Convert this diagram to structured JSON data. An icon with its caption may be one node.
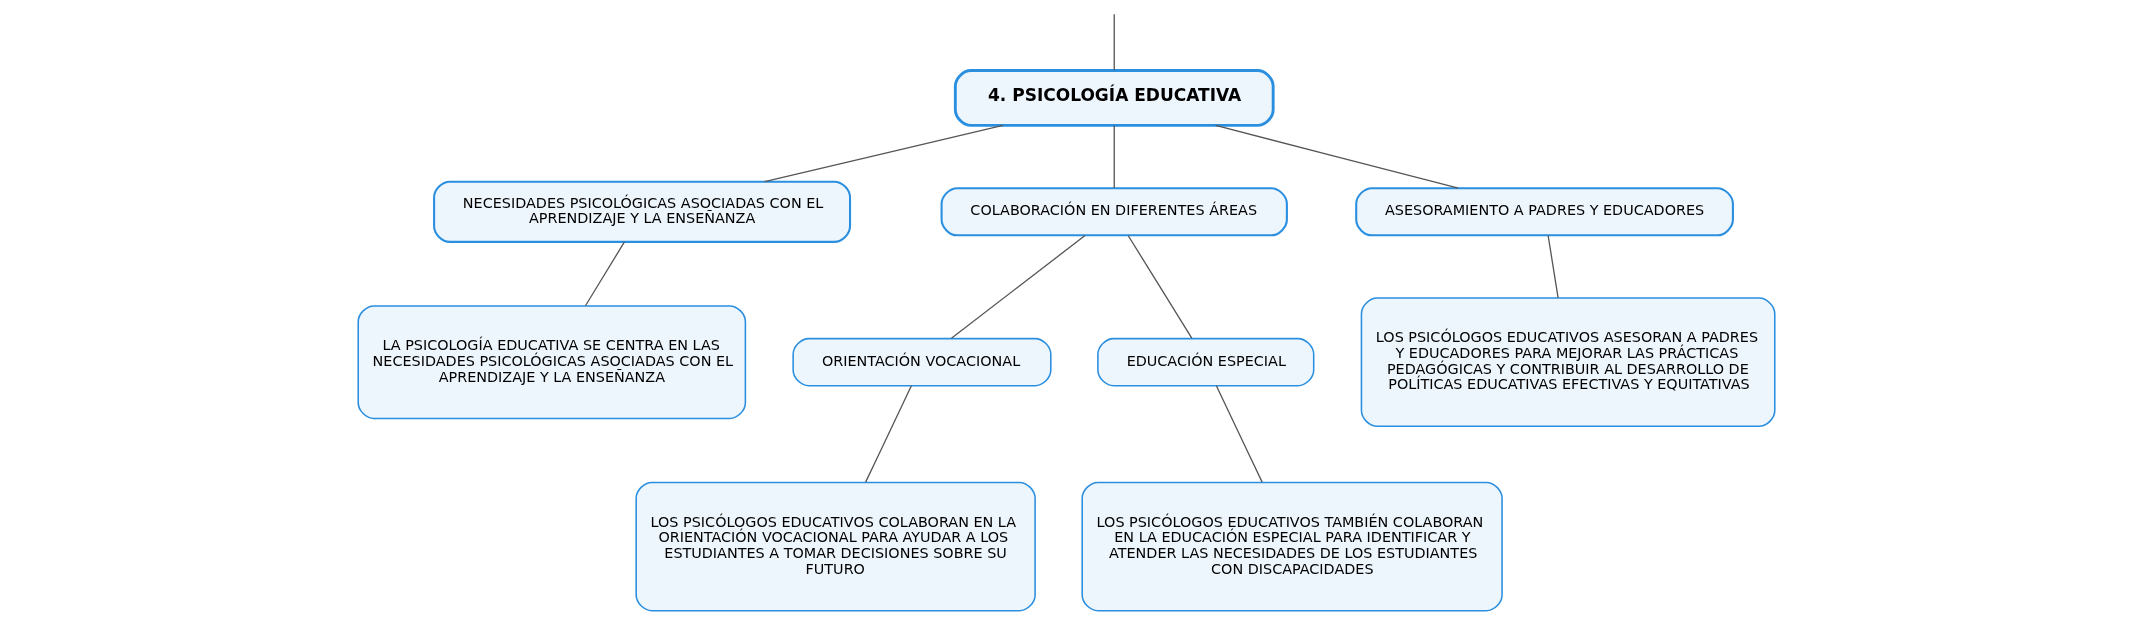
{
  "diagram": {
    "nodes": [
      {
        "text": [
          "4. PSICOLOGÍA EDUCATIVA"
        ]
      },
      {
        "text": [
          "NECESIDADES PSICOLÓGICAS ASOCIADAS CON EL APRENDIZAJE Y LA ENSEÑANZA"
        ]
      },
      {
        "text": [
          "COLABORACIÓN EN DIFERENTES ÁREAS"
        ]
      },
      {
        "text": [
          "ASESORAMIENTO A PADRES Y EDUCADORES"
        ]
      },
      {
        "text": [
          "LA PSICOLOGÍA EDUCATIVA SE CENTRA EN LAS NECESIDADES PSICOLÓGICAS ASOCIADAS CON EL APRENDIZAJE Y LA ENSEÑANZA"
        ]
      },
      {
        "text": [
          "ORIENTACIÓN VOCACIONAL"
        ]
      },
      {
        "text": [
          "EDUCACIÓN ESPECIAL"
        ]
      },
      {
        "text": [
          "LOS PSICÓLOGOS EDUCATIVOS COLABORAN EN LA ORIENTACIÓN VOCACIONAL PARA AYUDAR A LOS ESTUDIANTES A TOMAR DECISIONES SOBRE SU FUTURO"
        ]
      },
      {
        "text": [
          "LOS PSICÓLOGOS EDUCATIVOS TAMBIÉN COLABORAN EN LA EDUCACIÓN ESPECIAL PARA IDENTIFICAR Y ATENDER LAS NECESIDADES DE LOS ESTUDIANTES CON DISCAPACIDADES"
        ]
      },
      {
        "text": [
          "LOS PSICÓLOGOS EDUCATIVOS ASESORAN A PADRES Y EDUCADORES PARA MEJORAR LAS PRÁCTICAS PEDAGÓGICAS Y CONTRIBUIR AL DESARROLLO DE POLÍTICAS EDUCATIVAS EFECTIVAS Y EQUITATIVAS"
        ]
      }
    ],
    "edges": [
      {
        "from": null,
        "to": 0,
        "arrow": "none"
      },
      {
        "from": 0,
        "to": 1,
        "arrow": "none"
      },
      {
        "from": 0,
        "to": 2,
        "arrow": "none"
      },
      {
        "from": 0,
        "to": 3,
        "arrow": "none"
      },
      {
        "from": 1,
        "to": 4,
        "arrow": "none"
      },
      {
        "from": 2,
        "to": 5,
        "arrow": "none"
      },
      {
        "from": 2,
        "to": 6,
        "arrow": "none"
      },
      {
        "from": 5,
        "to": 7,
        "arrow": "none"
      },
      {
        "from": 6,
        "to": 8,
        "arrow": "none"
      },
      {
        "from": 3,
        "to": 9,
        "arrow": "none"
      }
    ]
  }
}
